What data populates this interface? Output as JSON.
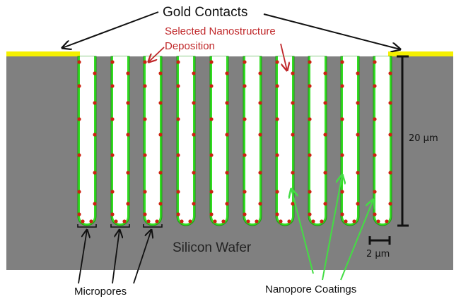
{
  "title": "Gold Contacts",
  "labels": {
    "gold_contacts": "Gold Contacts",
    "selected_line1": "Selected Nanostructure",
    "selected_line2": "Deposition",
    "scale_vertical": "20 μm",
    "scale_horizontal": "2 μm",
    "silicon_wafer": "Silicon Wafer",
    "micropores": "Micropores",
    "nanopore_coatings": "Nanopore Coatings"
  },
  "colors": {
    "silicon": "#808080",
    "gold": "#f5f000",
    "coating": "#33dd22",
    "coating_dark": "#1a9a10",
    "nanoparticle": "#cc2211",
    "annotation_red": "#c0282a",
    "annotation_green": "#44dd44",
    "ink": "#111111"
  },
  "pore_count": 10,
  "scale": {
    "pore_depth": "20 μm",
    "pore_width": "2 μm"
  }
}
